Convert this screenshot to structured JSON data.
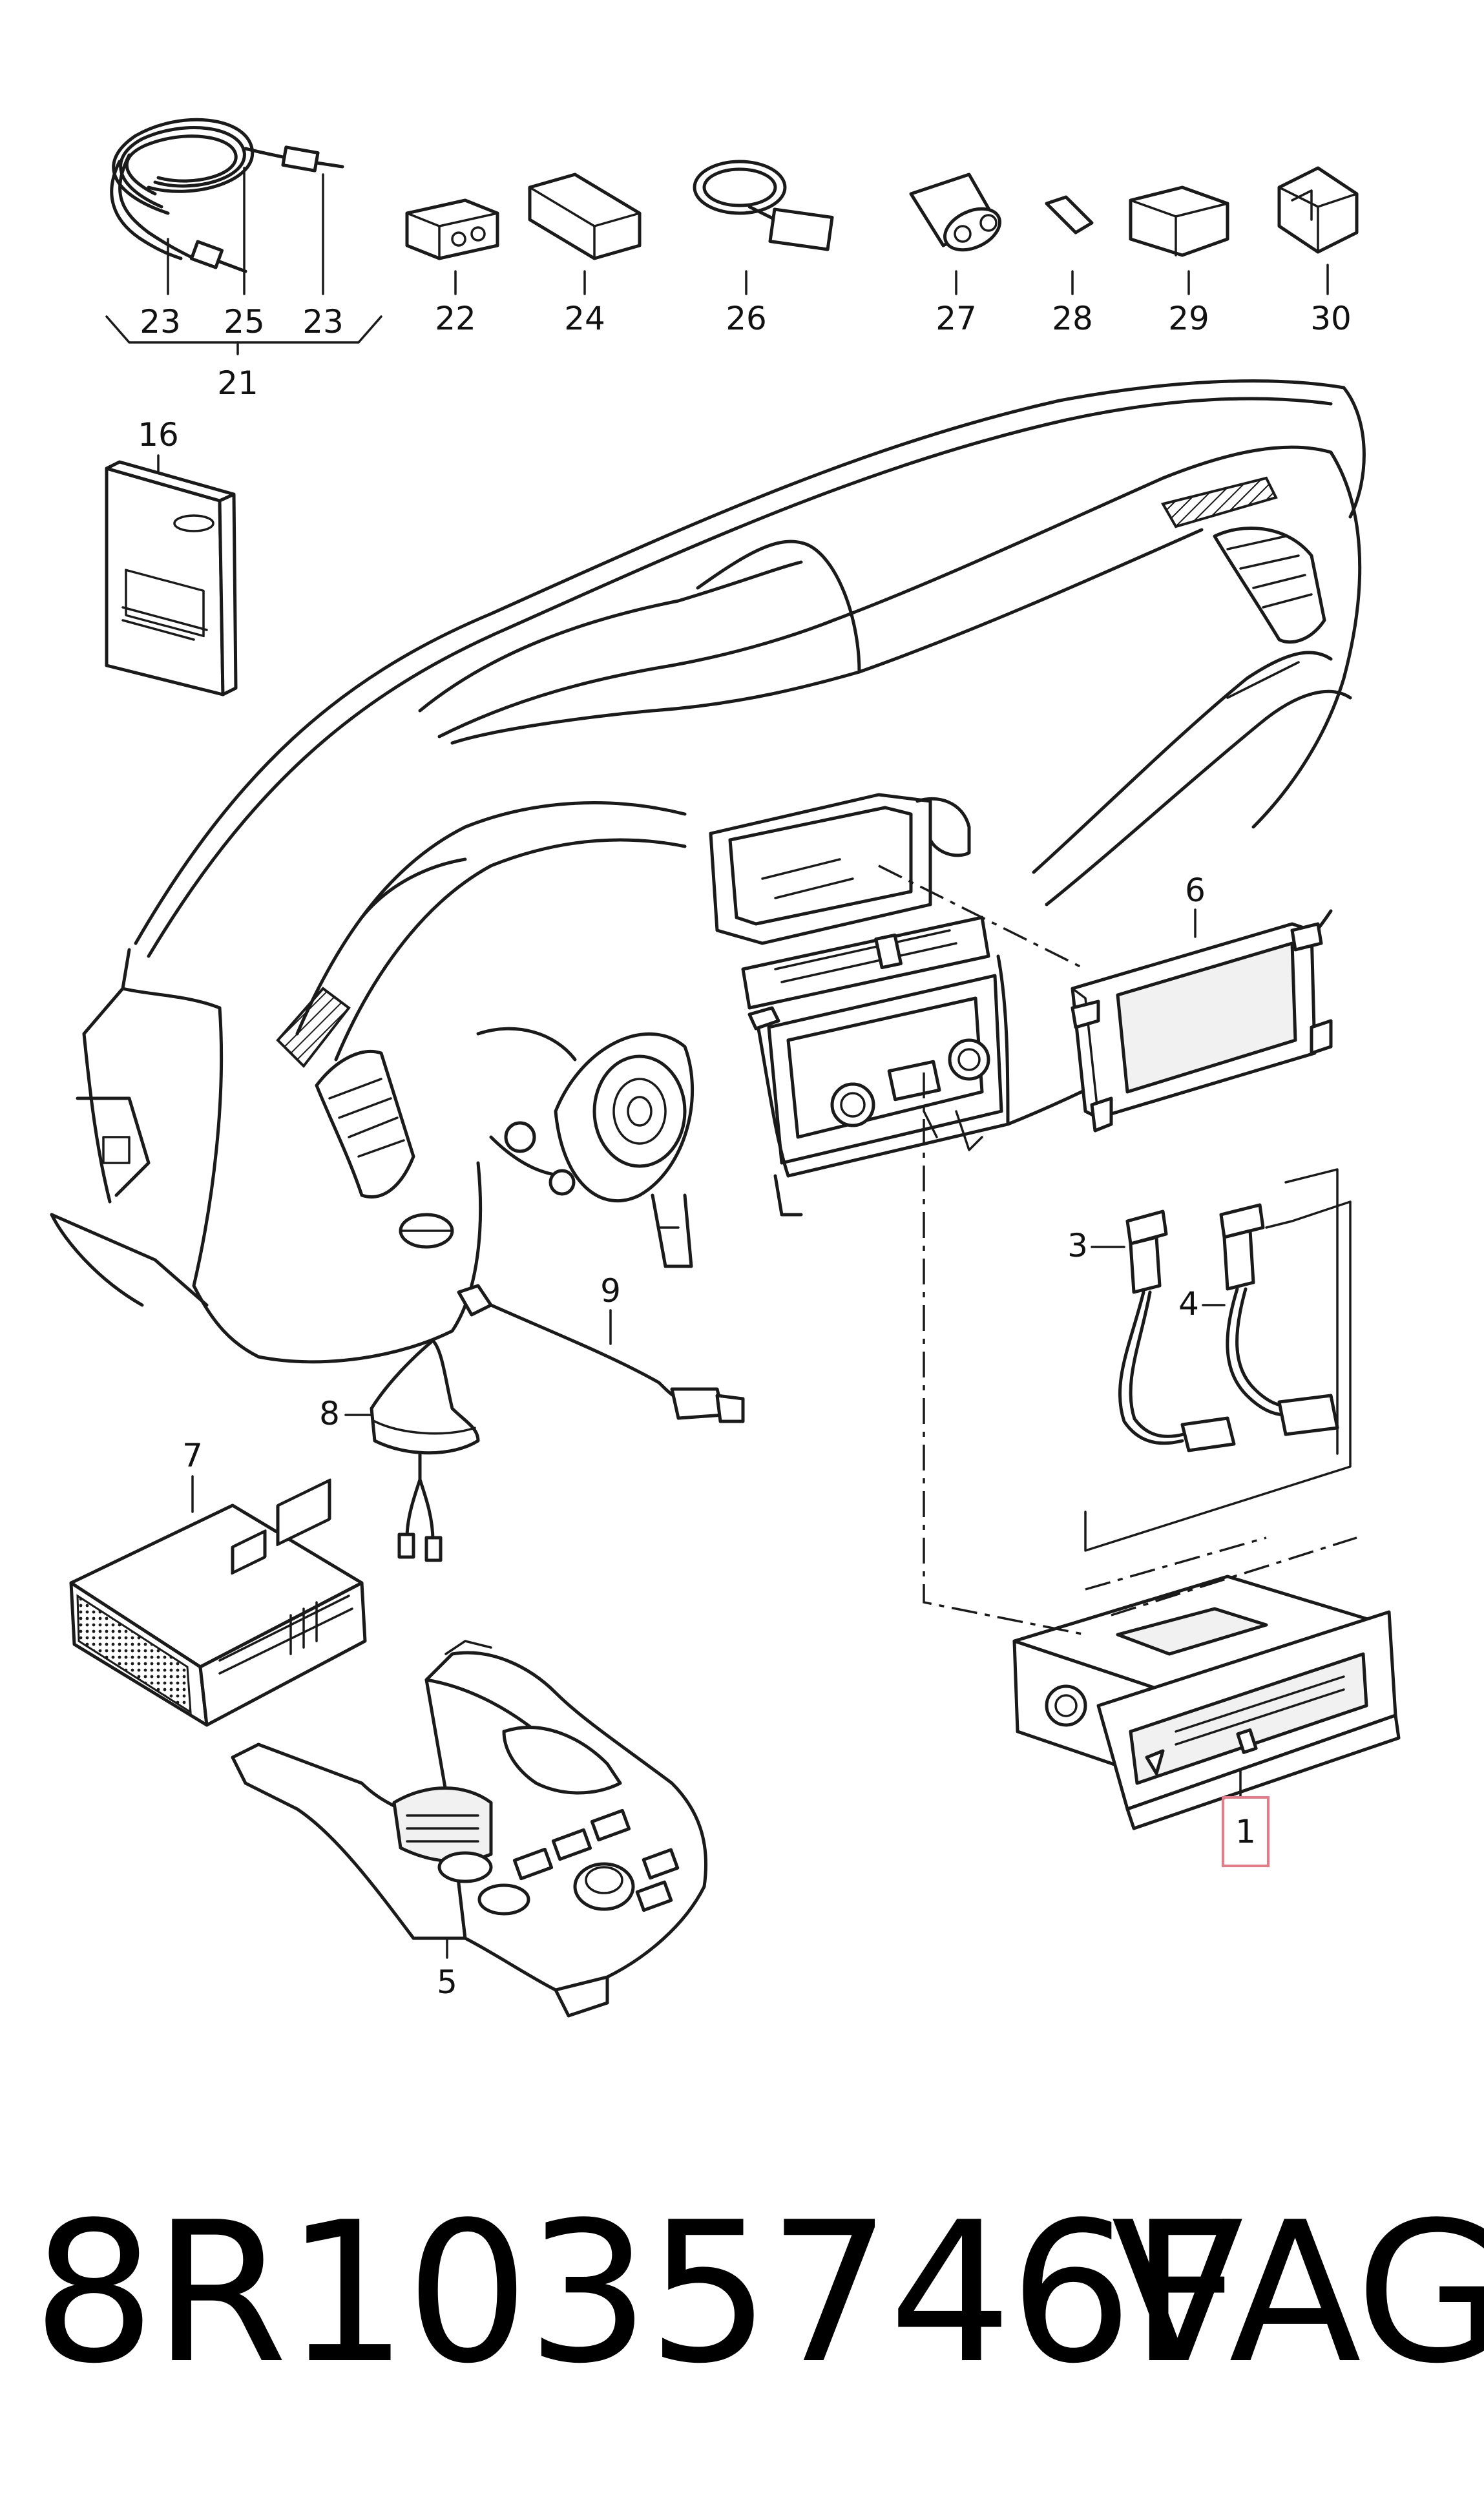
{
  "callouts": {
    "c1": "1",
    "c3": "3",
    "c4": "4",
    "c5": "5",
    "c6": "6",
    "c7": "7",
    "c8": "8",
    "c9": "9",
    "c16": "16",
    "c21": "21",
    "c22": "22",
    "c23a": "23",
    "c23b": "23",
    "c24": "24",
    "c25": "25",
    "c26": "26",
    "c27": "27",
    "c28": "28",
    "c29": "29",
    "c30": "30"
  },
  "footer": {
    "part_number": "8R1035746F",
    "brand": "VAG"
  },
  "colors": {
    "line": "#1a1a1a",
    "highlight_box": "#e87a87",
    "background": "#ffffff"
  }
}
